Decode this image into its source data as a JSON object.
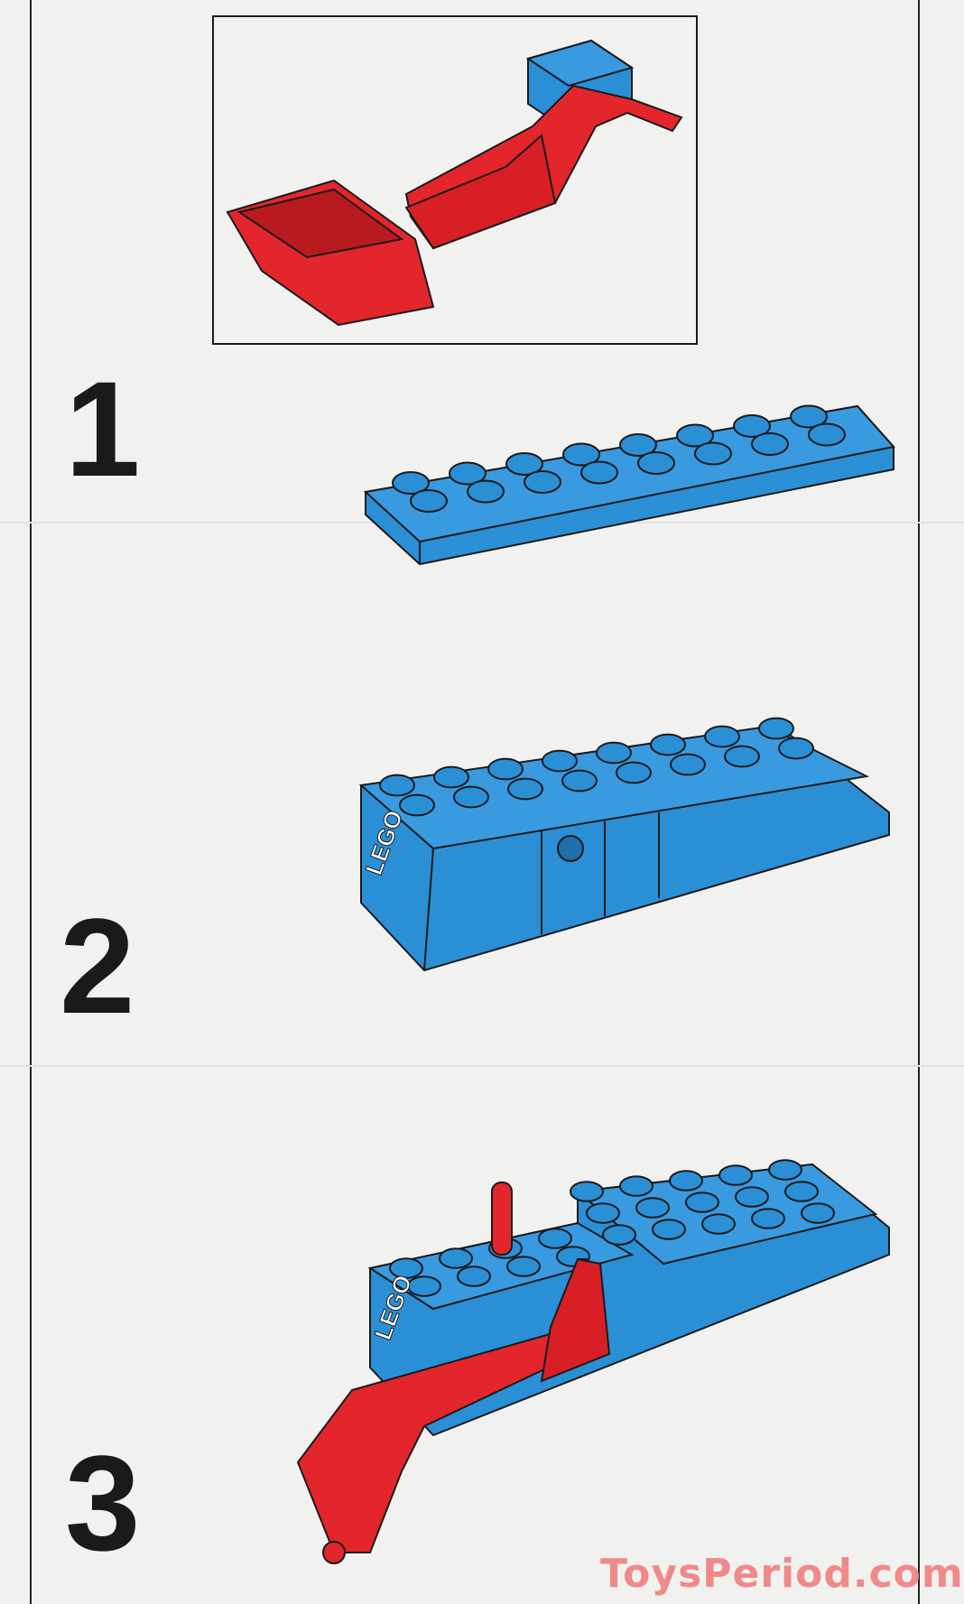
{
  "steps": [
    {
      "number": "1"
    },
    {
      "number": "2"
    },
    {
      "number": "3"
    }
  ],
  "brick_logo": "LEGO",
  "watermark": "ToysPeriod.com",
  "colors": {
    "blue": "#2b8fd6",
    "red": "#e3262c",
    "line": "#1a1a1a",
    "paper": "#f1f2f0",
    "watermark": "#f08a8a"
  }
}
